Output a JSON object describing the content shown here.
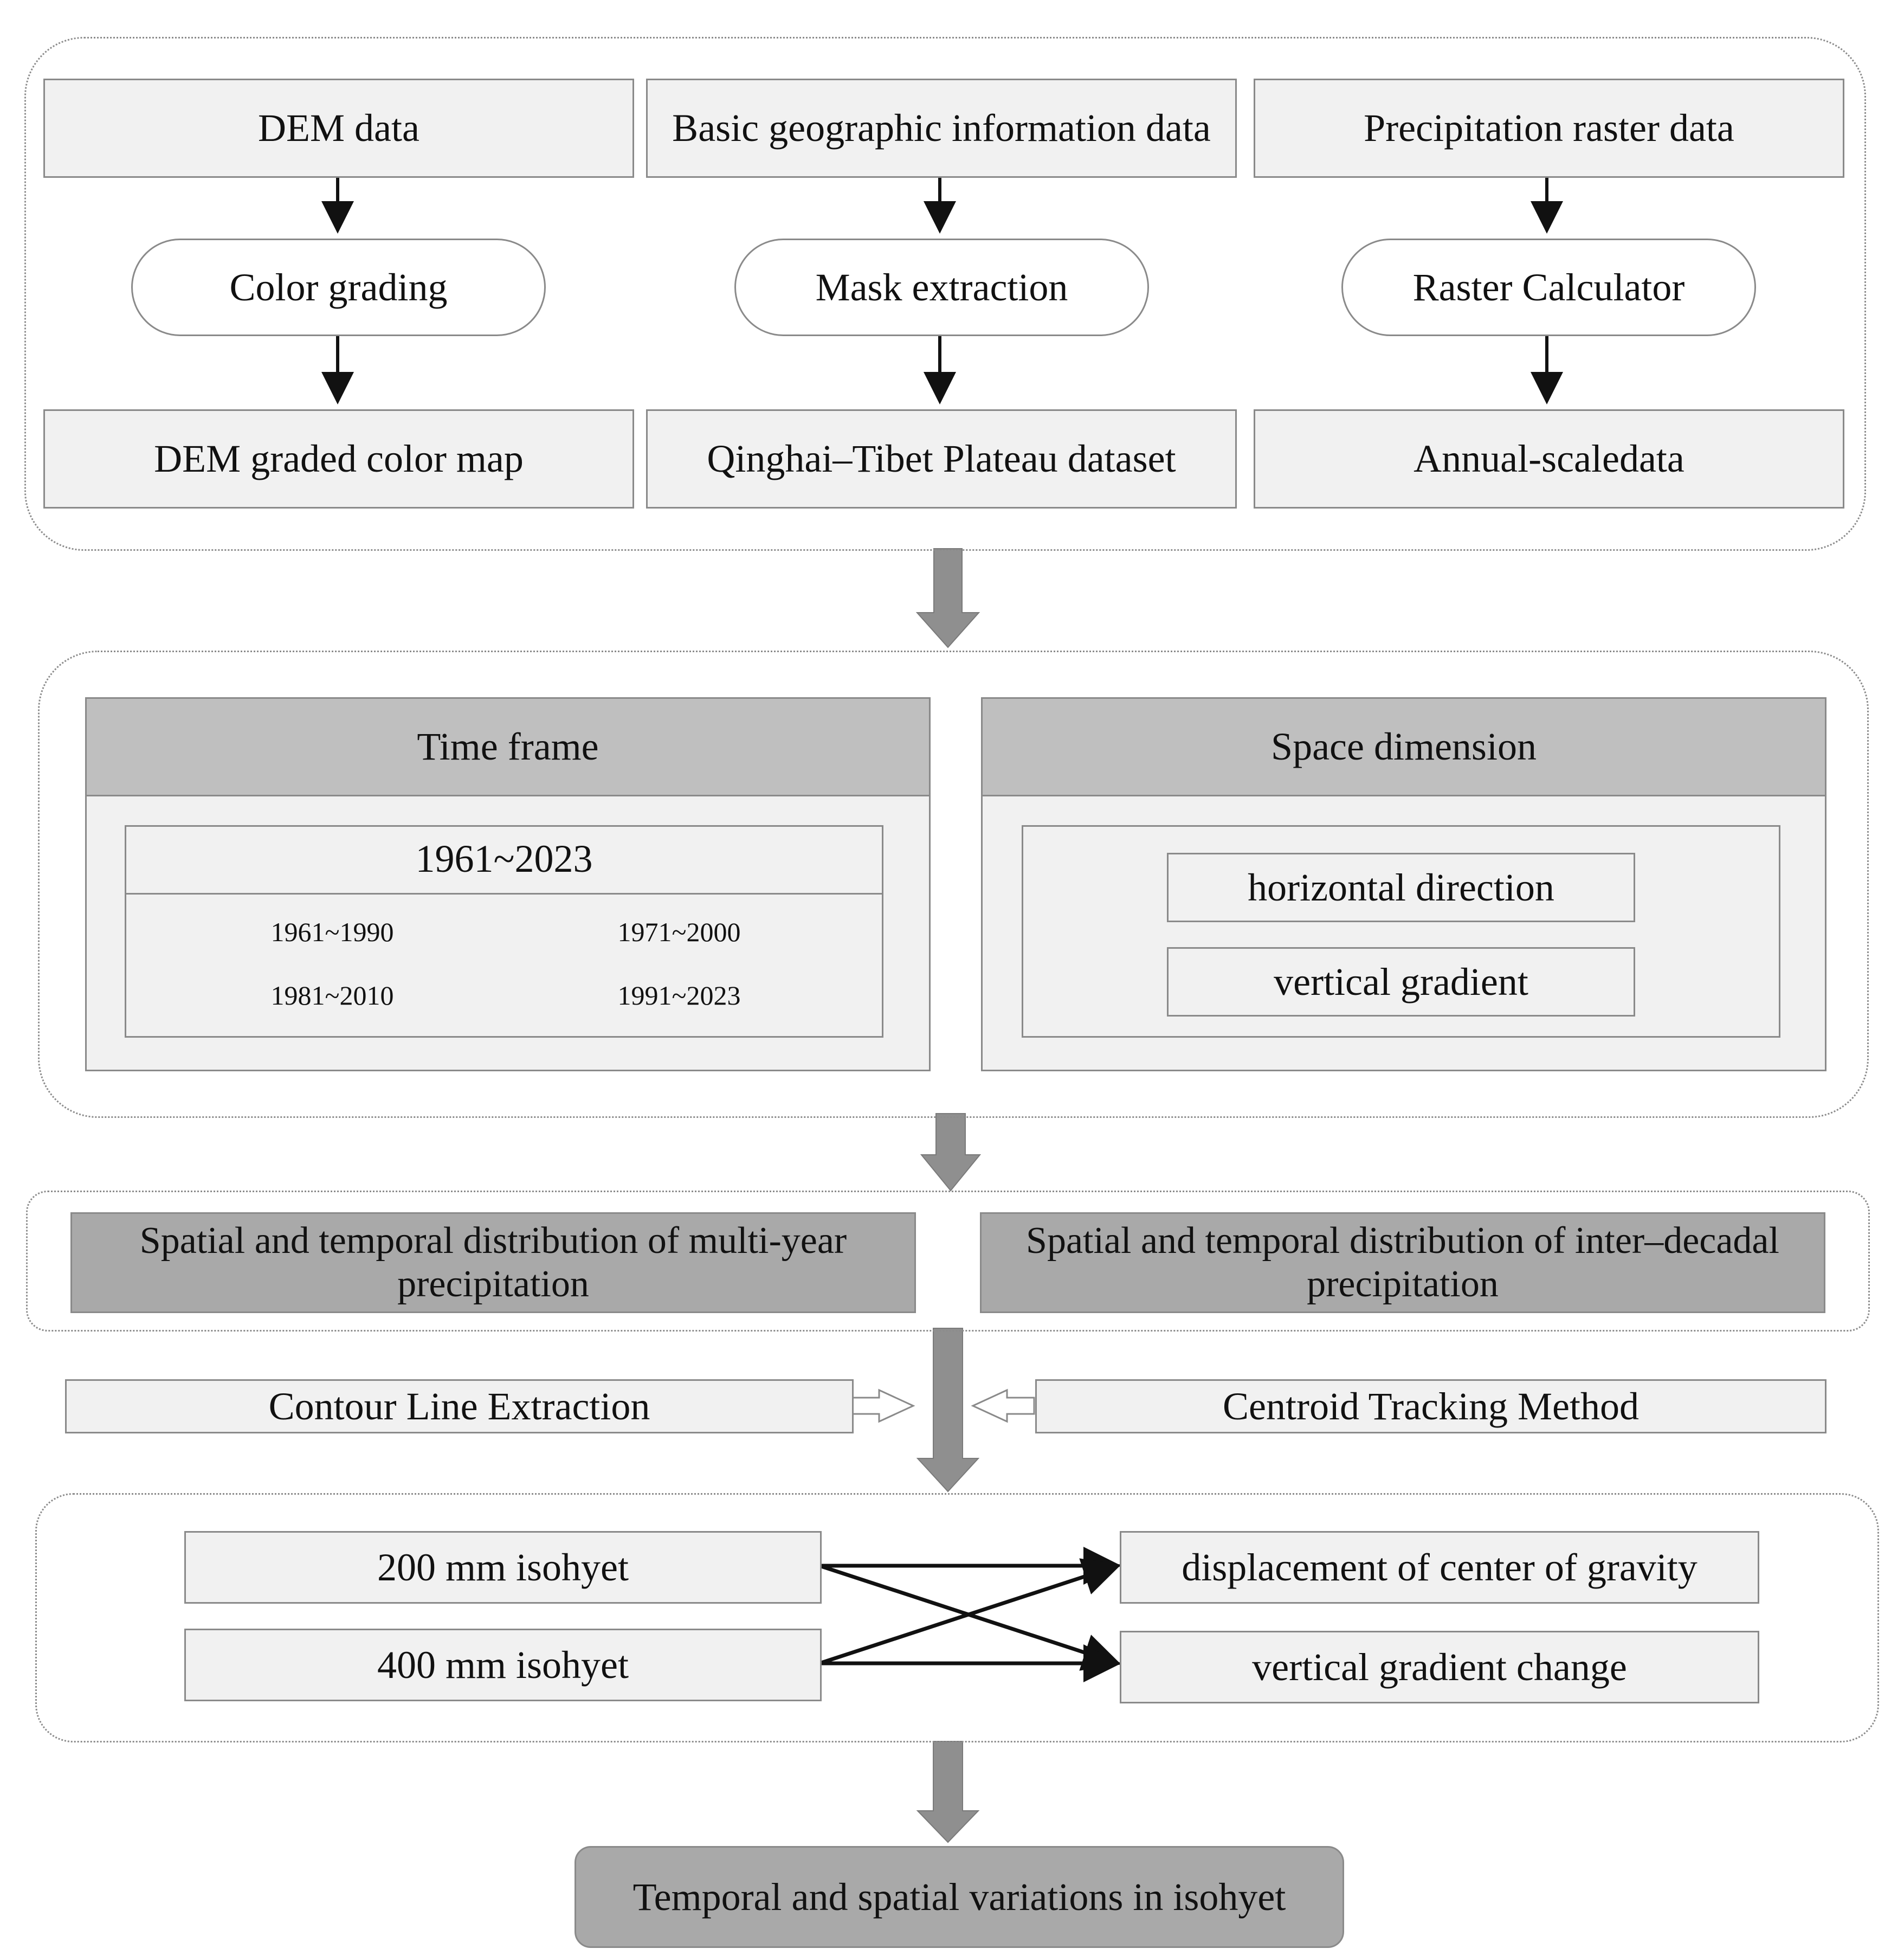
{
  "inputs": {
    "dem": {
      "source": "DEM data",
      "process": "Color grading",
      "output": "DEM graded color map"
    },
    "geo": {
      "source": "Basic geographic information data",
      "process": "Mask extraction",
      "output": "Qinghai–Tibet Plateau dataset"
    },
    "precip": {
      "source": "Precipitation raster data",
      "process": "Raster Calculator",
      "output": "Annual-scaledata"
    }
  },
  "dimensions": {
    "time": {
      "title": "Time frame",
      "range": "1961~2023",
      "periods": [
        "1961~1990",
        "1971~2000",
        "1981~2010",
        "1991~2023"
      ]
    },
    "space": {
      "title": "Space dimension",
      "items": [
        "horizontal direction",
        "vertical gradient"
      ]
    }
  },
  "distribution": {
    "multi_year": "Spatial and temporal distribution of multi-year precipitation",
    "inter_decadal": "Spatial and temporal distribution of inter–decadal precipitation"
  },
  "methods": {
    "contour": "Contour Line Extraction",
    "centroid": "Centroid Tracking Method"
  },
  "analysis": {
    "isohyets": [
      "200 mm isohyet",
      "400 mm isohyet"
    ],
    "changes": [
      "displacement of center of gravity",
      "vertical gradient change"
    ]
  },
  "result": "Temporal and spatial variations in isohyet"
}
